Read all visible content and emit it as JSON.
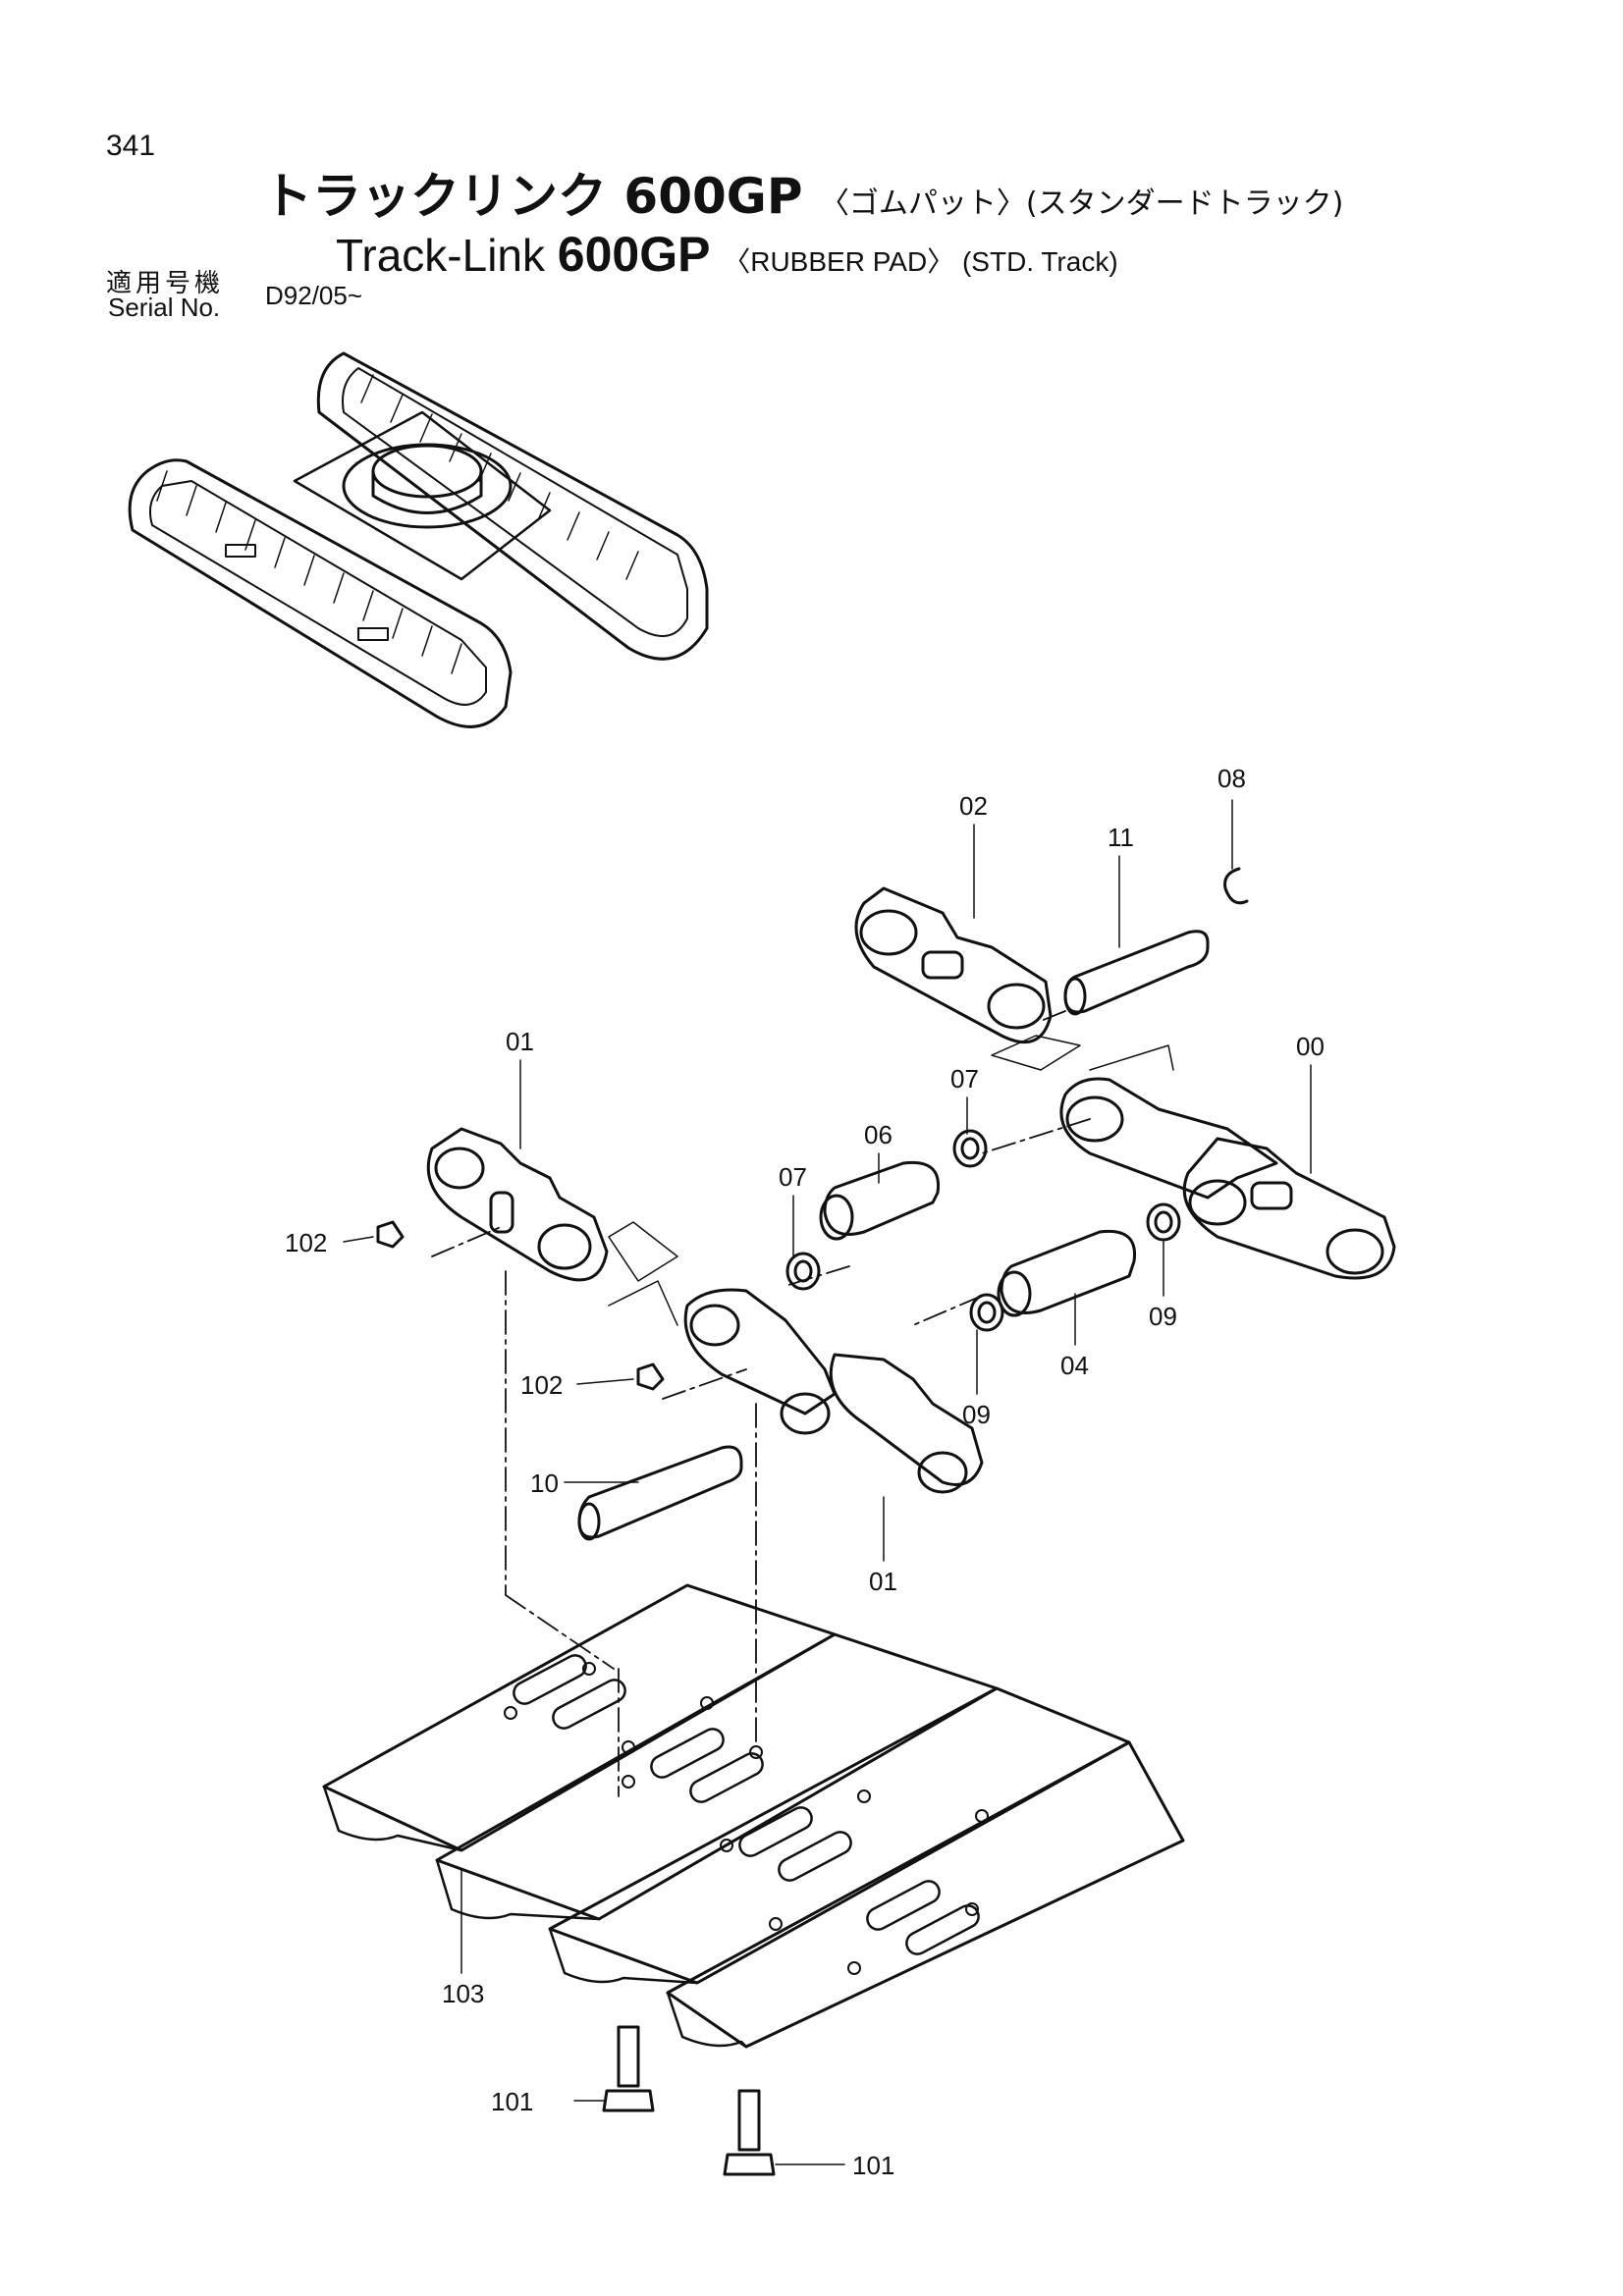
{
  "header": {
    "page_number": "341",
    "title_jp_main": "トラックリンク 600GP",
    "title_jp_sub": "〈ゴムパット〉(スタンダードトラック)",
    "title_en_main": "Track-Link",
    "title_en_model": "600GP",
    "title_en_sub": "〈RUBBER PAD〉 (STD. Track)",
    "serial_label_jp": "適用号機",
    "serial_label_en": "Serial No.",
    "serial_value": "D92/05~"
  },
  "callouts": [
    {
      "label": "08"
    },
    {
      "label": "02"
    },
    {
      "label": "11"
    },
    {
      "label": "01"
    },
    {
      "label": "00"
    },
    {
      "label": "07"
    },
    {
      "label": "06"
    },
    {
      "label": "07"
    },
    {
      "label": "102"
    },
    {
      "label": "09"
    },
    {
      "label": "04"
    },
    {
      "label": "102"
    },
    {
      "label": "09"
    },
    {
      "label": "10"
    },
    {
      "label": "01"
    },
    {
      "label": "103"
    },
    {
      "label": "101"
    },
    {
      "label": "101"
    }
  ]
}
